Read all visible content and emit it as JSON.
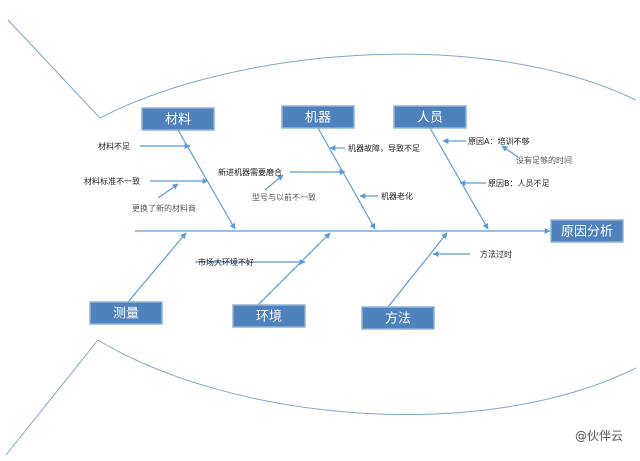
{
  "diagram": {
    "colors": {
      "box_fill": "#4f81bd",
      "line": "#5b9bd5",
      "outline": "#7fa7d0"
    },
    "head": "原因分析",
    "categories": {
      "materials": "材料",
      "machine": "机器",
      "people": "人员",
      "measurement": "测量",
      "environment": "环境",
      "method": "方法"
    },
    "causes": {
      "materials_1": "材料不足",
      "materials_2": "材料标准不一致",
      "materials_2_sub": "更换了新的材料商",
      "machine_1": "新进机器需要磨合",
      "machine_1_sub": "型号与以前不一致",
      "machine_2": "机器故障，导致不足",
      "machine_3": "机器老化",
      "people_1": "原因A：培训不够",
      "people_1_sub": "没有足够的时间",
      "people_2": "原因B：人员不足",
      "environment_1": "市场大环境不好",
      "method_1": "方法过时"
    },
    "watermark": "@伙伴云"
  }
}
